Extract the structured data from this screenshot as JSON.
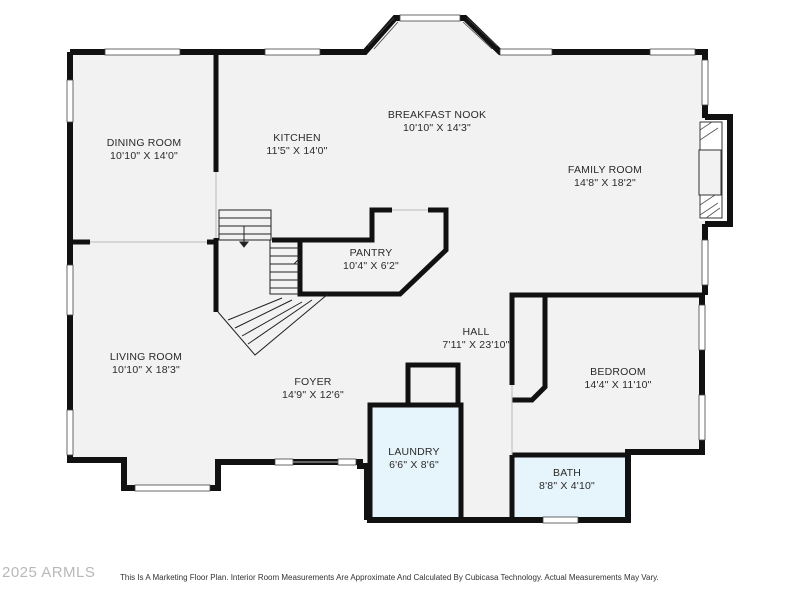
{
  "rooms": {
    "breakfast_nook": {
      "name": "BREAKFAST NOOK",
      "dims": "10'10\" X 14'3\""
    },
    "kitchen": {
      "name": "KITCHEN",
      "dims": "11'5\" X 14'0\""
    },
    "dining_room": {
      "name": "DINING ROOM",
      "dims": "10'10\" X 14'0\""
    },
    "family_room": {
      "name": "FAMILY ROOM",
      "dims": "14'8\" X 18'2\""
    },
    "pantry": {
      "name": "PANTRY",
      "dims": "10'4\" X 6'2\""
    },
    "living_room": {
      "name": "LIVING ROOM",
      "dims": "10'10\" X 18'3\""
    },
    "hall": {
      "name": "HALL",
      "dims": "7'11\" X 23'10\""
    },
    "bedroom": {
      "name": "BEDROOM",
      "dims": "14'4\" X 11'10\""
    },
    "foyer": {
      "name": "FOYER",
      "dims": "14'9\" X 12'6\""
    },
    "laundry": {
      "name": "LAUNDRY",
      "dims": "6'6\" X 8'6\""
    },
    "bath": {
      "name": "BATH",
      "dims": "8'8\" X 4'10\""
    }
  },
  "colors": {
    "wall": "#111111",
    "floor": "#f2f2f2",
    "wet_room": "#e6f4fb",
    "window": "#ffffff"
  },
  "footer": {
    "copyright": "2025 ARMLS",
    "disclaimer": "This Is A Marketing Floor Plan. Interior Room Measurements Are Approximate And Calculated By Cubicasa Technology. Actual Measurements May Vary."
  }
}
